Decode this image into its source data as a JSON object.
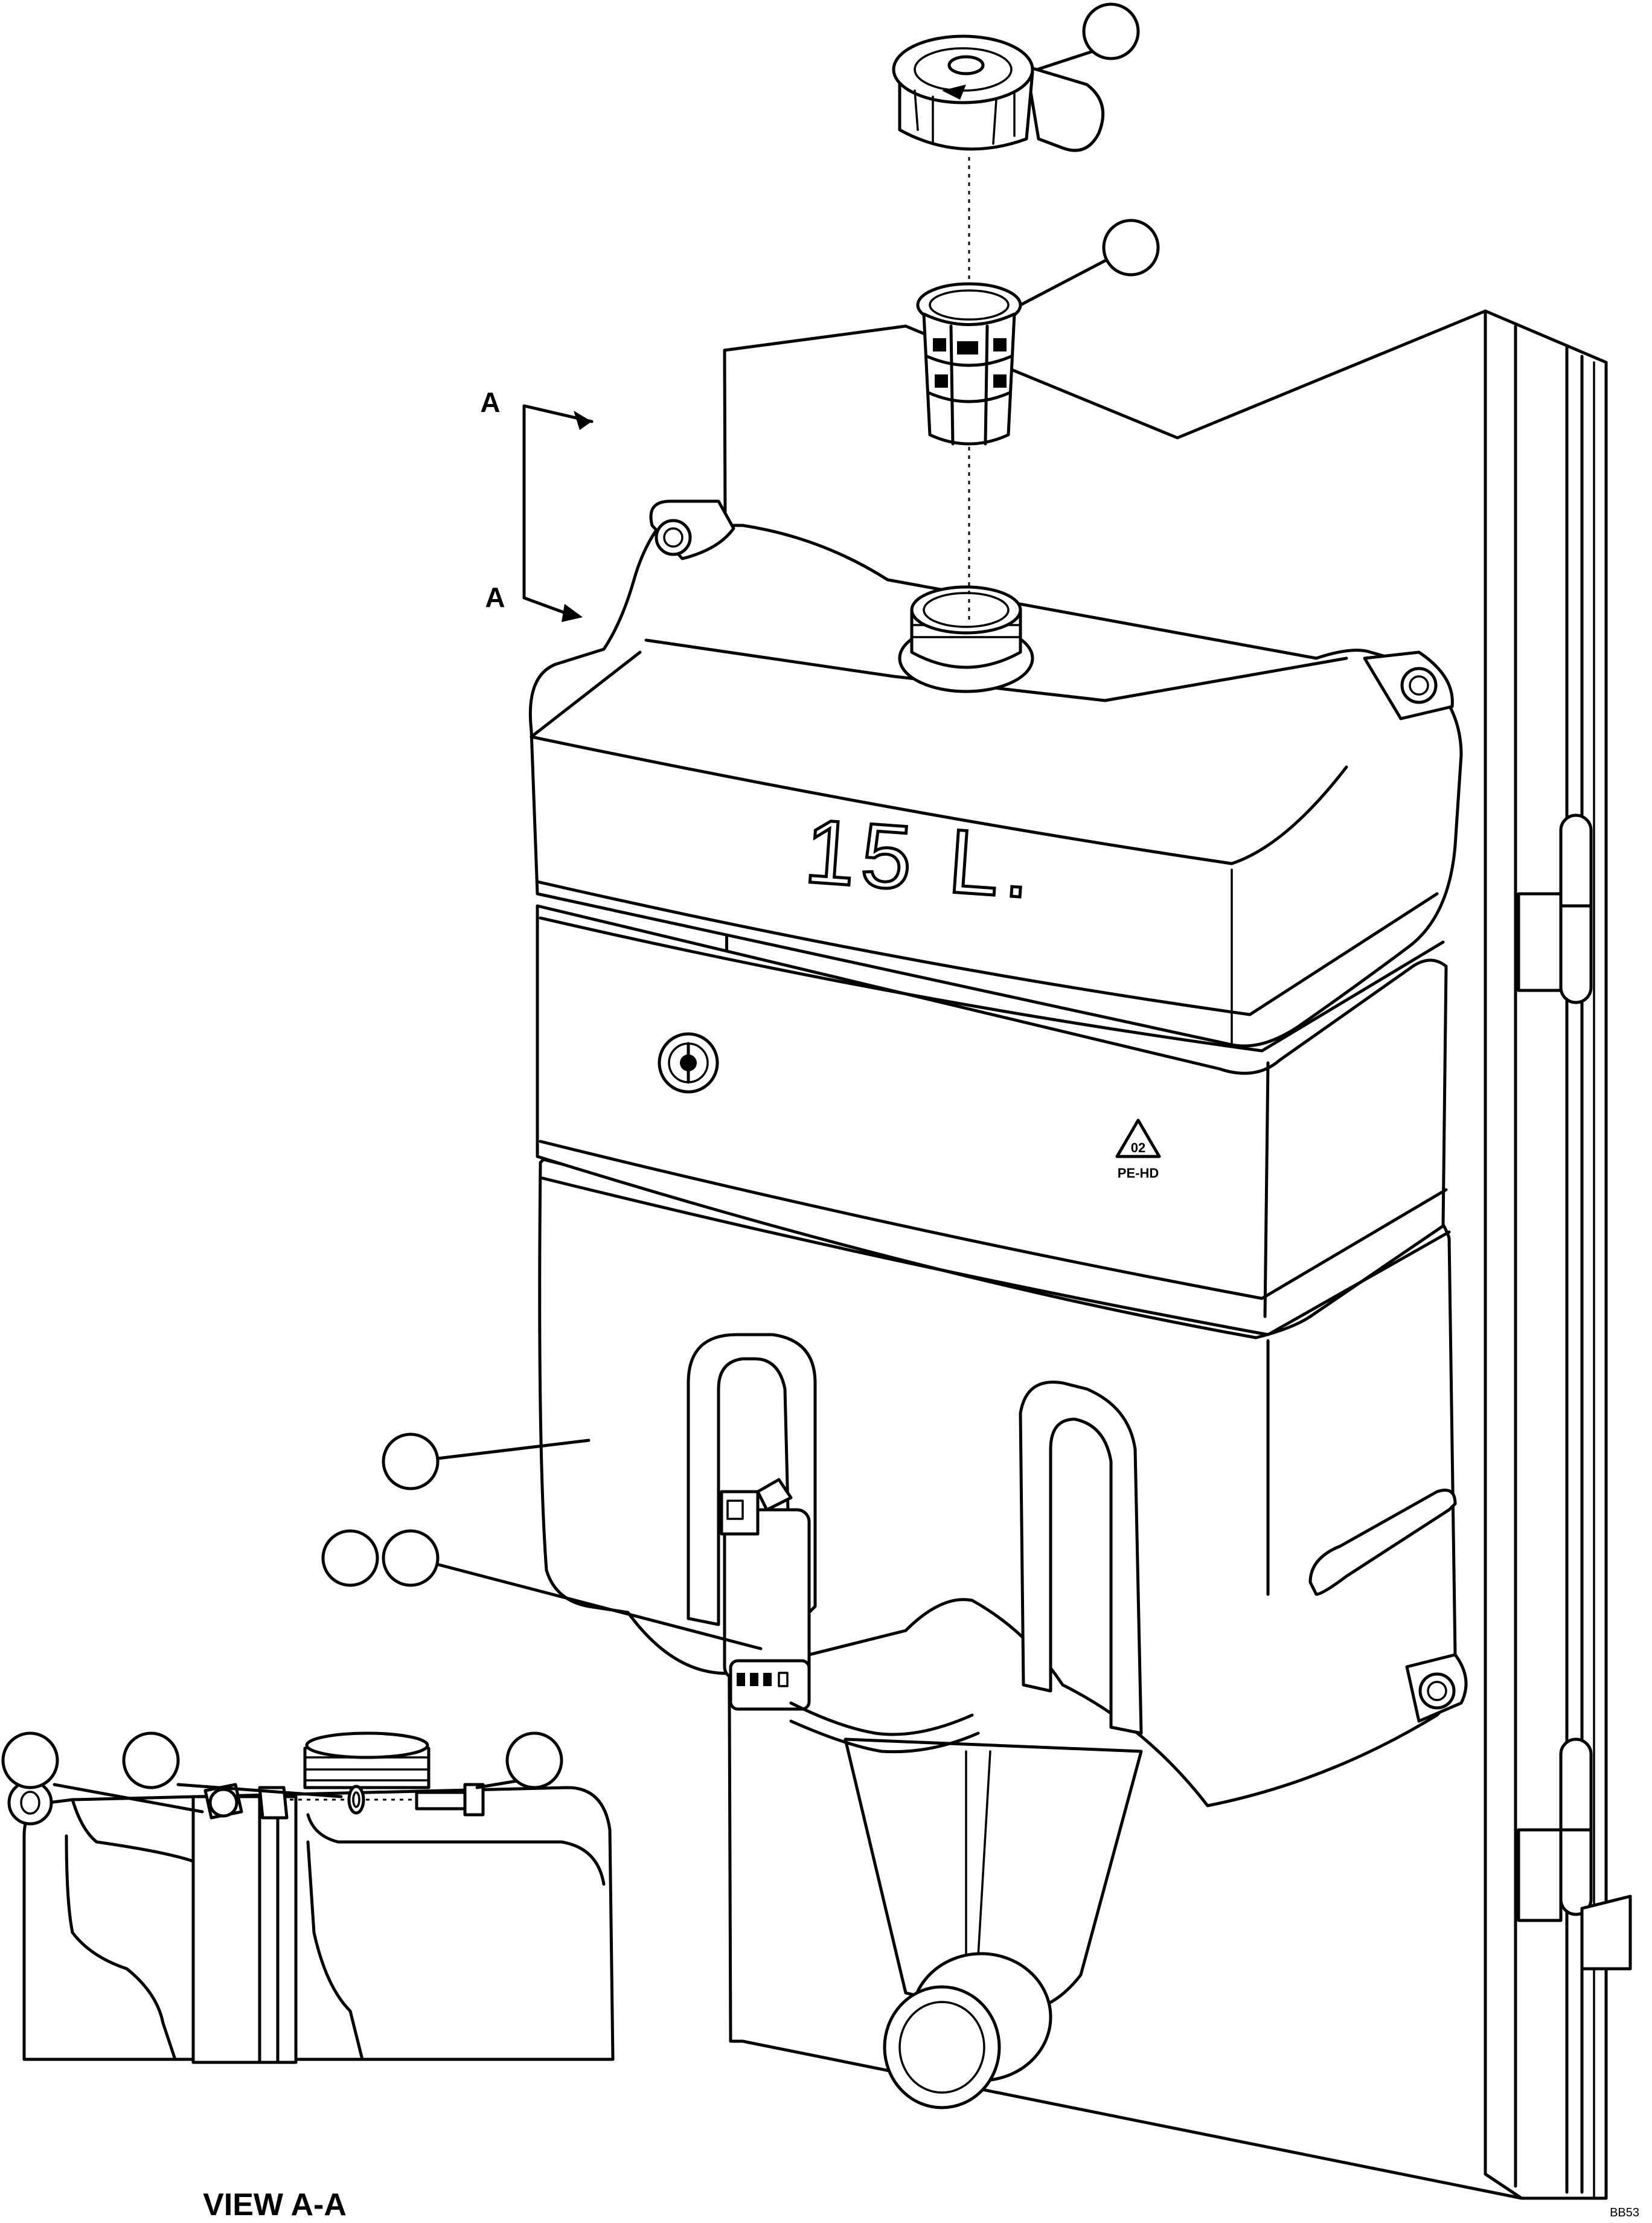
{
  "diagram": {
    "tank_capacity_label": "15 L.",
    "recycle_code": "02",
    "material_code": "PE-HD",
    "section_marker_top": "A",
    "section_marker_bottom": "A",
    "view_caption": "VIEW A-A",
    "drawing_id": "BB53",
    "callouts": [
      "",
      "",
      "",
      "",
      "",
      "",
      "",
      ""
    ]
  }
}
